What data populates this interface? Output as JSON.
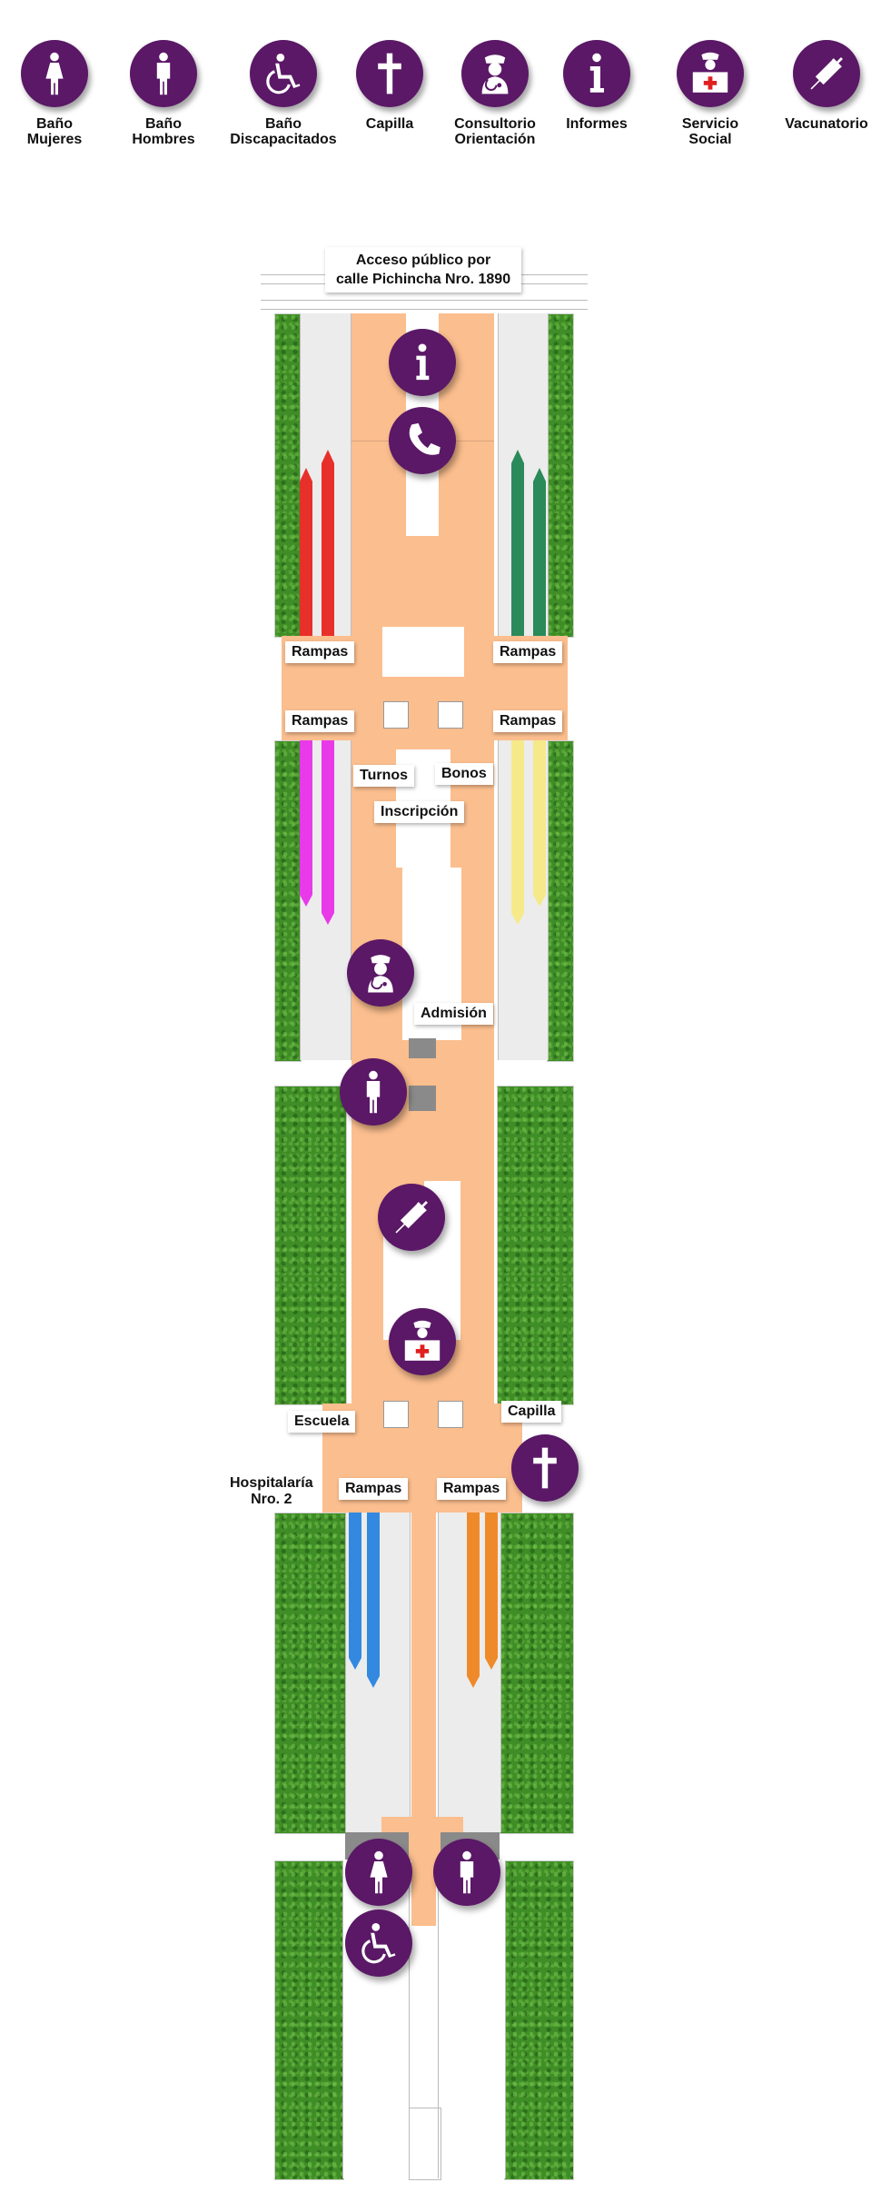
{
  "legend": [
    {
      "label": "Baño\nMujeres",
      "icon": "woman-icon"
    },
    {
      "label": "Baño\nHombres",
      "icon": "man-icon"
    },
    {
      "label": "Baño\nDiscapacitados",
      "icon": "wheelchair-icon"
    },
    {
      "label": "Capilla",
      "icon": "cross-icon"
    },
    {
      "label": "Consultorio\nOrientación",
      "icon": "doctor-icon"
    },
    {
      "label": "Informes",
      "icon": "info-icon"
    },
    {
      "label": "Servicio\nSocial",
      "icon": "nurse-icon"
    },
    {
      "label": "Vacunatorio",
      "icon": "syringe-icon"
    }
  ],
  "map": {
    "entrance_line1": "Acceso público por",
    "entrance_line2": "calle Pichincha Nro. 1890",
    "rampas": "Rampas",
    "turnos": "Turnos",
    "bonos": "Bonos",
    "inscripcion": "Inscripción",
    "admision": "Admisión",
    "escuela": "Escuela",
    "capilla": "Capilla",
    "hospitalaria_line1": "Hospitalaría",
    "hospitalaria_line2": "Nro. 2"
  },
  "colors": {
    "icon_purple": "#5a1866",
    "corridor": "#fbbe8e",
    "grass": "#3f8d26",
    "ramp_red": "#e8302a",
    "ramp_green": "#2a8a5a",
    "ramp_magenta": "#e83ae8",
    "ramp_yellow": "#f6e98a",
    "ramp_blue": "#3389e0",
    "ramp_orange": "#ee8a2a",
    "cross_red": "#e02020"
  }
}
